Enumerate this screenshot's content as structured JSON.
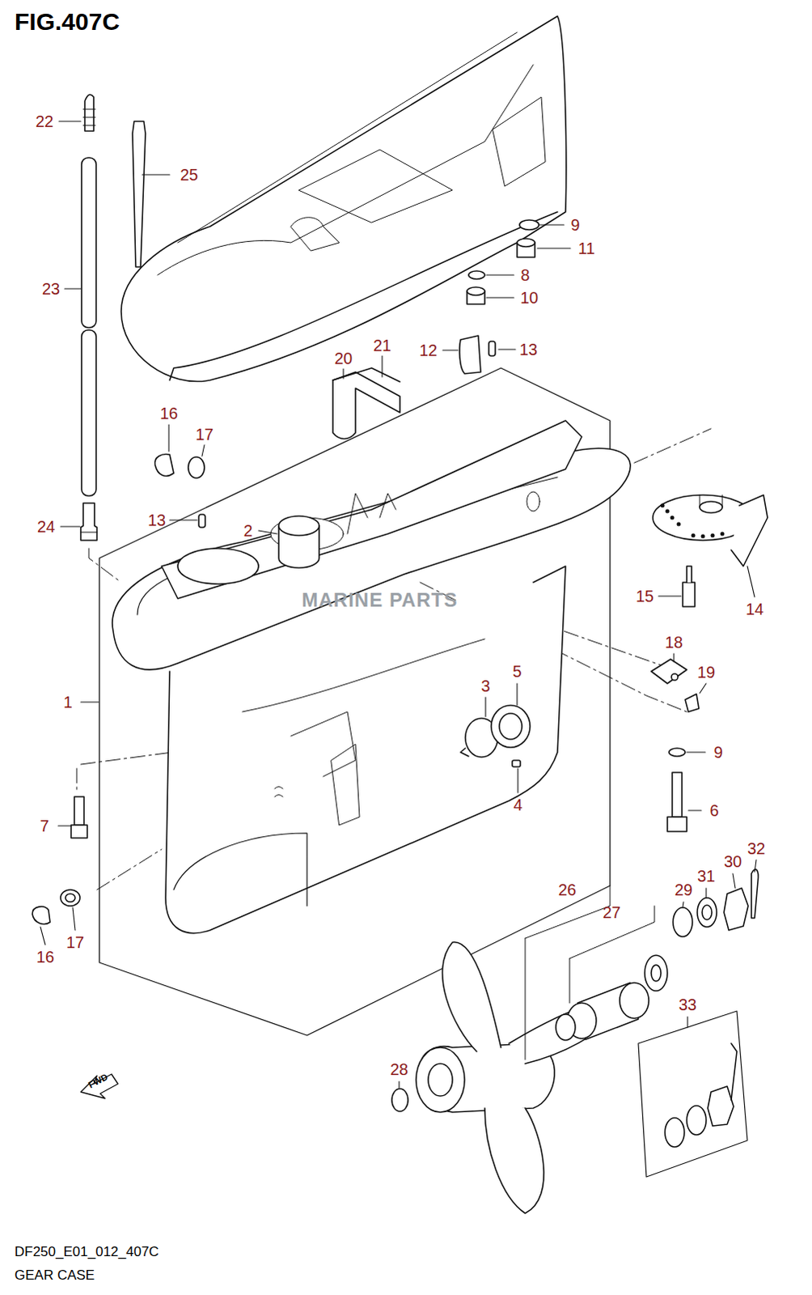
{
  "diagram": {
    "title": "FIG.407C",
    "caption": "GEAR CASE",
    "labels": [
      "22",
      "25",
      "9",
      "11",
      "8",
      "10",
      "23",
      "12",
      "13",
      "20",
      "21",
      "16",
      "17",
      "13",
      "2",
      "24",
      "15",
      "14",
      "18",
      "19",
      "1",
      "3",
      "5",
      "9",
      "4",
      "6",
      "7",
      "26",
      "32",
      "30",
      "29",
      "31",
      "27",
      "16",
      "17",
      "33",
      "28",
      "FWD",
      "MARINE PARTS",
      "DF250_E01_012_407C"
    ]
  }
}
